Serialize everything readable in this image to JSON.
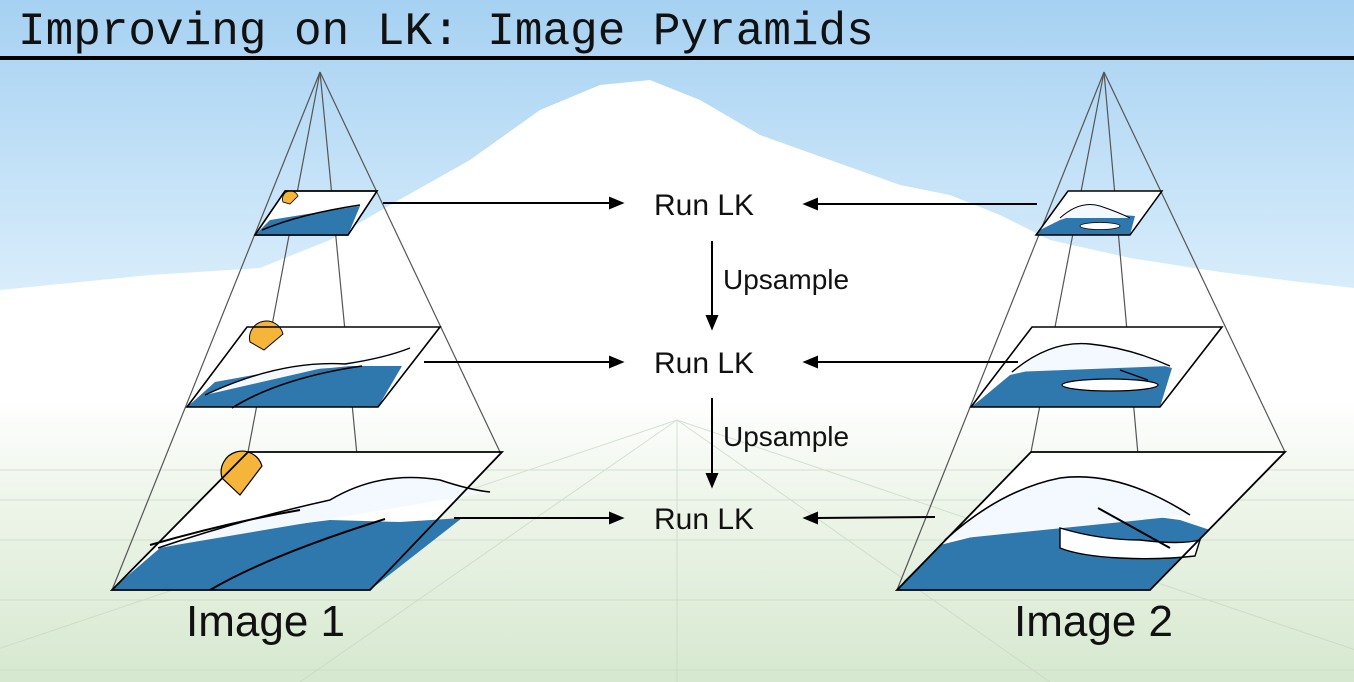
{
  "slide": {
    "title": "Improving on LK: Image Pyramids"
  },
  "diagram": {
    "run_label": "Run LK",
    "upsample_label": "Upsample",
    "image1_label": "Image 1",
    "image2_label": "Image 2",
    "levels": 3
  },
  "colors": {
    "sky_top": "#a9d3f3",
    "sky_bottom": "#dbeefb",
    "ground": "#e6f0e0",
    "water": "#2f78ae",
    "sun": "#f5b53a",
    "rule": "#000000"
  }
}
